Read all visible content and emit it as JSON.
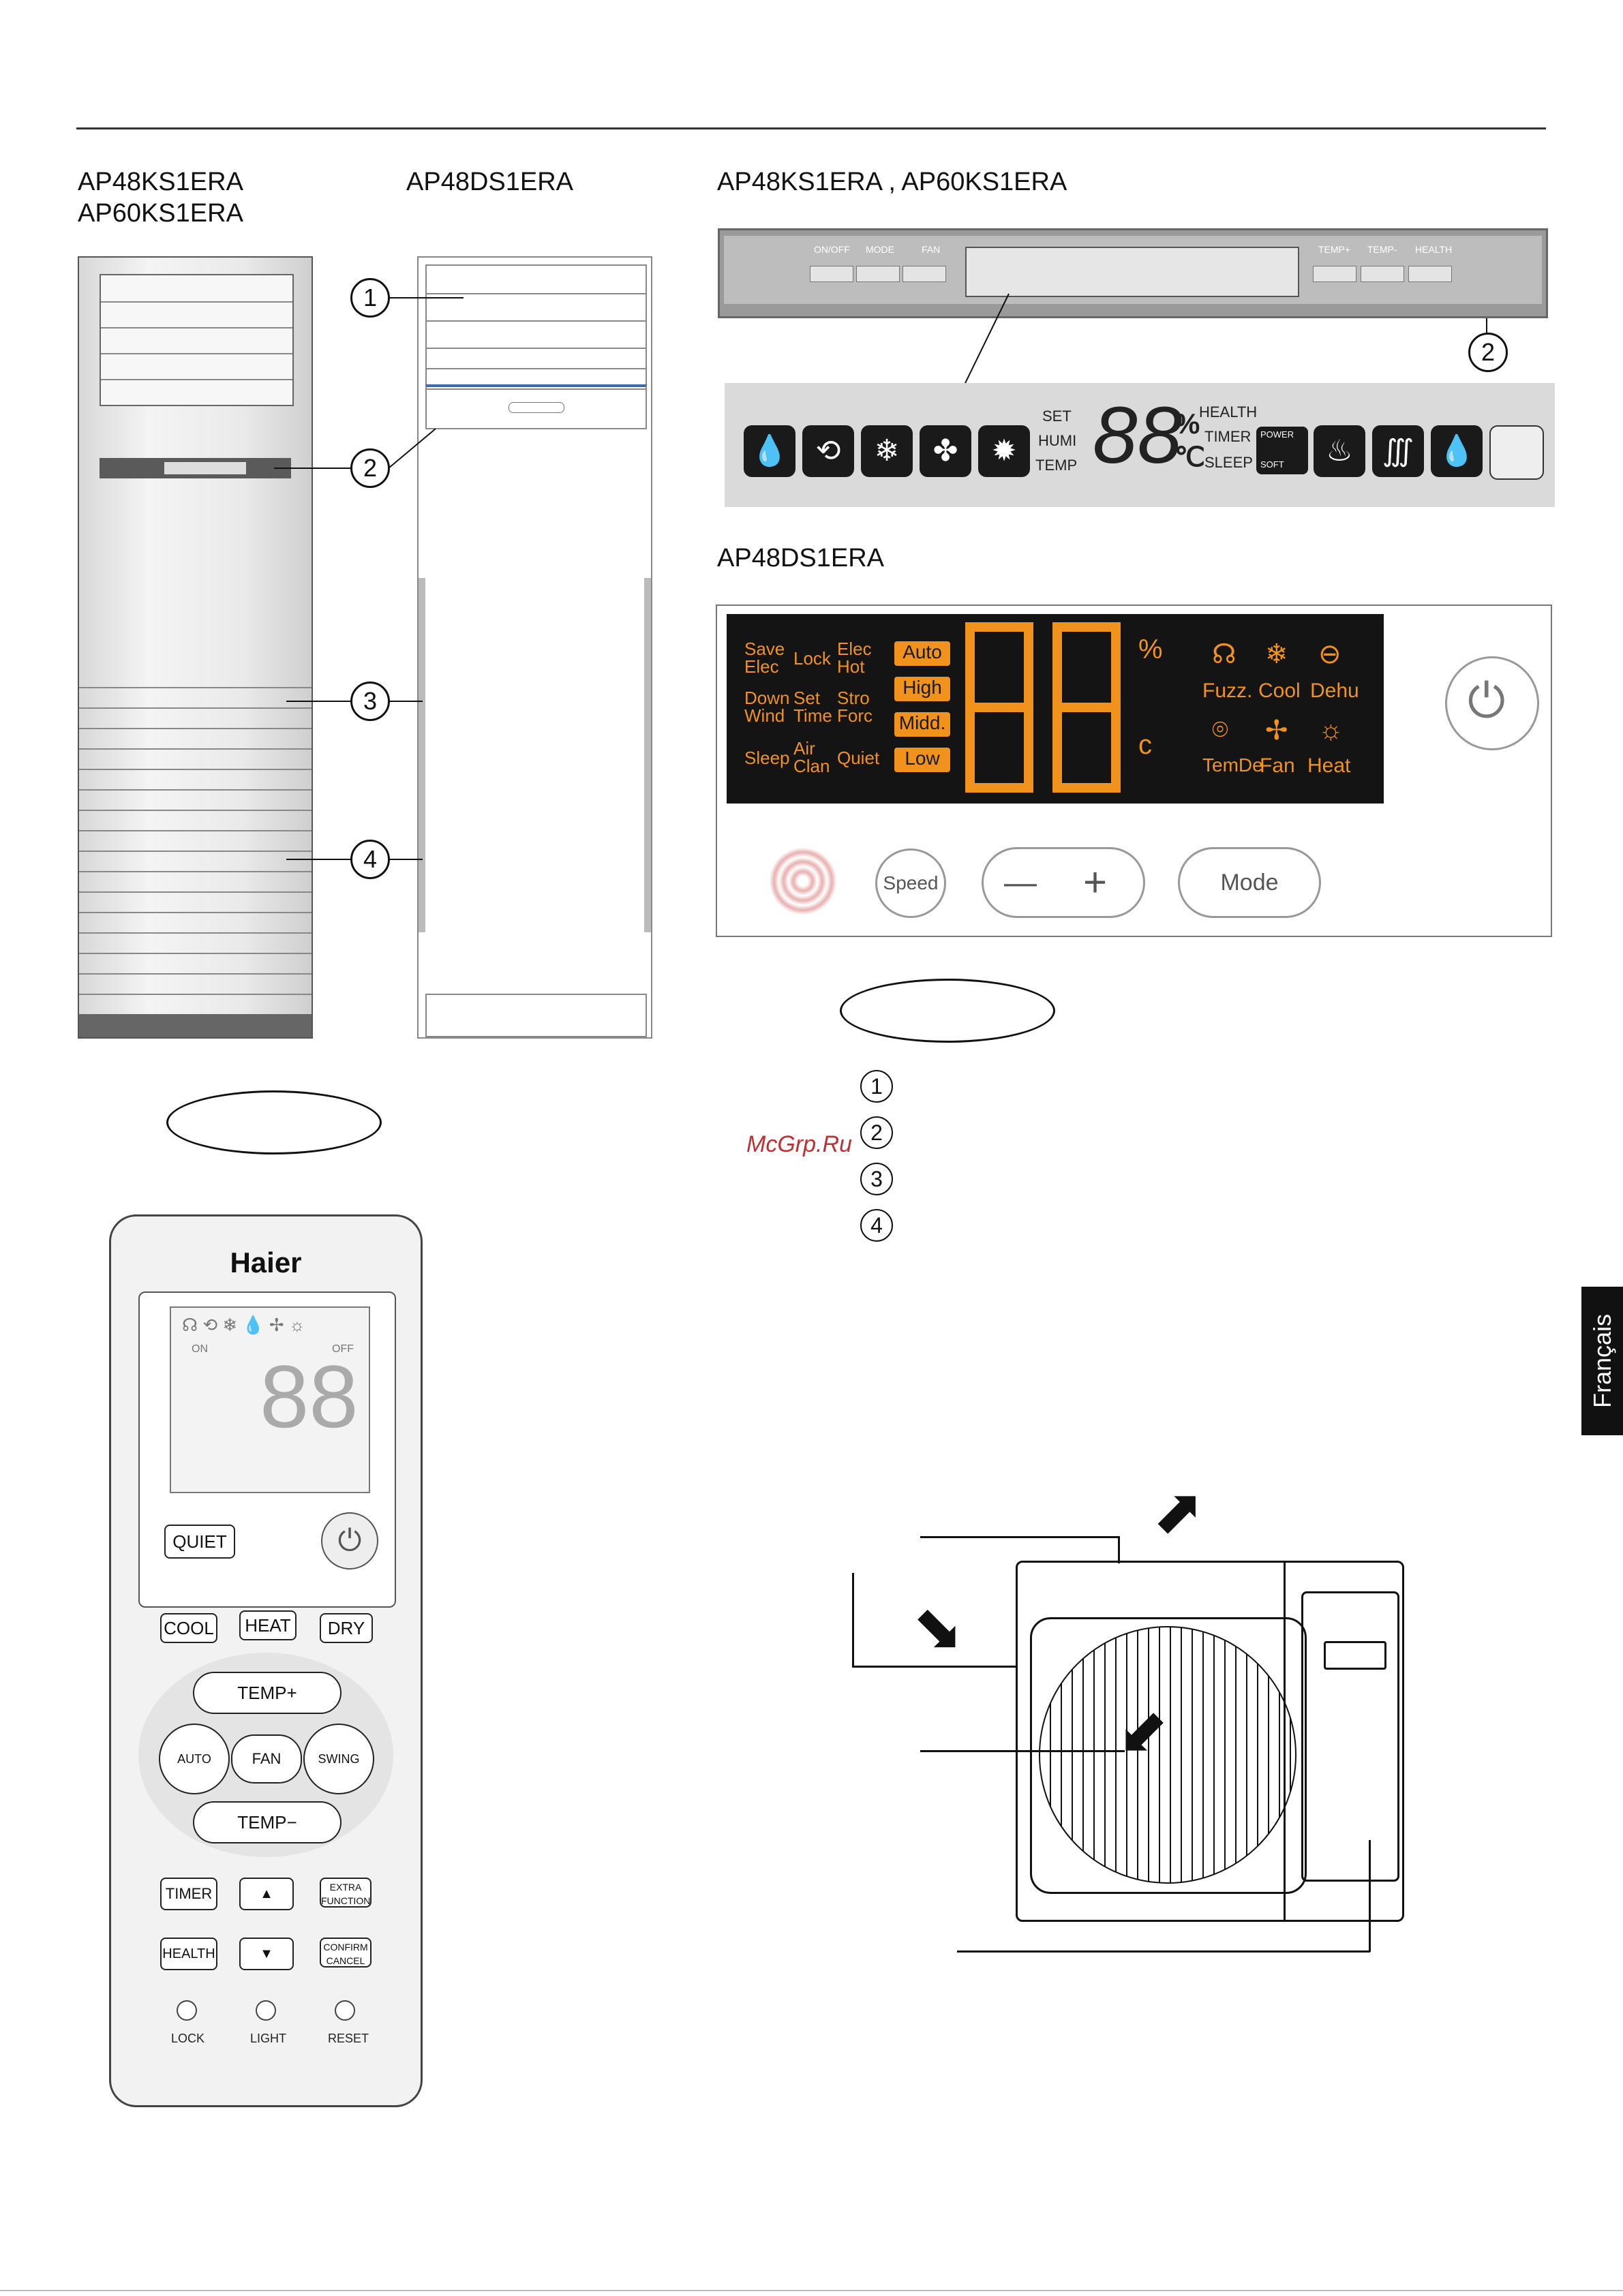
{
  "headings": {
    "left_a1": "AP48KS1ERA",
    "left_a2": "AP60KS1ERA",
    "left_b": "AP48DS1ERA",
    "right_panel1": "AP48KS1ERA , AP60KS1ERA",
    "right_panel3": "AP48DS1ERA"
  },
  "callouts": [
    "1",
    "2",
    "3",
    "4"
  ],
  "panel1": {
    "left_buttons": [
      "ON/OFF",
      "MODE",
      "FAN"
    ],
    "right_buttons": [
      "TEMP+",
      "TEMP-",
      "HEALTH"
    ],
    "callout": "2"
  },
  "panel2": {
    "left_labels": [
      "SET",
      "HUMI",
      "TEMP"
    ],
    "digits": "88",
    "units": [
      "%",
      "℃"
    ],
    "right_labels": [
      "HEALTH",
      "TIMER",
      "SLEEP"
    ],
    "power_labels": [
      "POWER",
      "SOFT"
    ]
  },
  "panel3": {
    "icon_labels": [
      [
        "Save",
        "Elec"
      ],
      [
        "Lock"
      ],
      [
        "Elec",
        "Hot"
      ],
      [
        "Down",
        "Wind"
      ],
      [
        "Set",
        "Time"
      ],
      [
        "Stro",
        "Forc"
      ],
      [
        "Sleep"
      ],
      [
        "Air",
        "Clan"
      ],
      [
        "Quiet"
      ]
    ],
    "fan_speeds": [
      "Auto",
      "High",
      "Midd.",
      "Low"
    ],
    "mode_labels": [
      "Fuzz.",
      "Cool",
      "Dehu",
      "TemDe",
      "Fan",
      "Heat"
    ],
    "buttons": {
      "speed": "Speed",
      "minus": "—",
      "plus": "+",
      "mode": "Mode"
    }
  },
  "legend_numbers": [
    "1",
    "2",
    "3",
    "4"
  ],
  "watermark": "McGrp.Ru",
  "language_tab": "Français",
  "remote": {
    "brand": "Haier",
    "buttons": {
      "quiet": "QUIET",
      "cool": "COOL",
      "heat": "HEAT",
      "dry": "DRY",
      "temp_up": "TEMP+",
      "auto": "AUTO",
      "fan": "FAN",
      "swing": "SWING",
      "temp_down": "TEMP−",
      "timer": "TIMER",
      "extra": "EXTRA FUNCTION",
      "health": "HEALTH",
      "confirm": "CONFIRM",
      "cancel": "CANCEL",
      "lock": "LOCK",
      "light": "LIGHT",
      "reset": "RESET"
    },
    "lcd": {
      "digits": "88",
      "off": "OFF",
      "on": "ON"
    }
  }
}
